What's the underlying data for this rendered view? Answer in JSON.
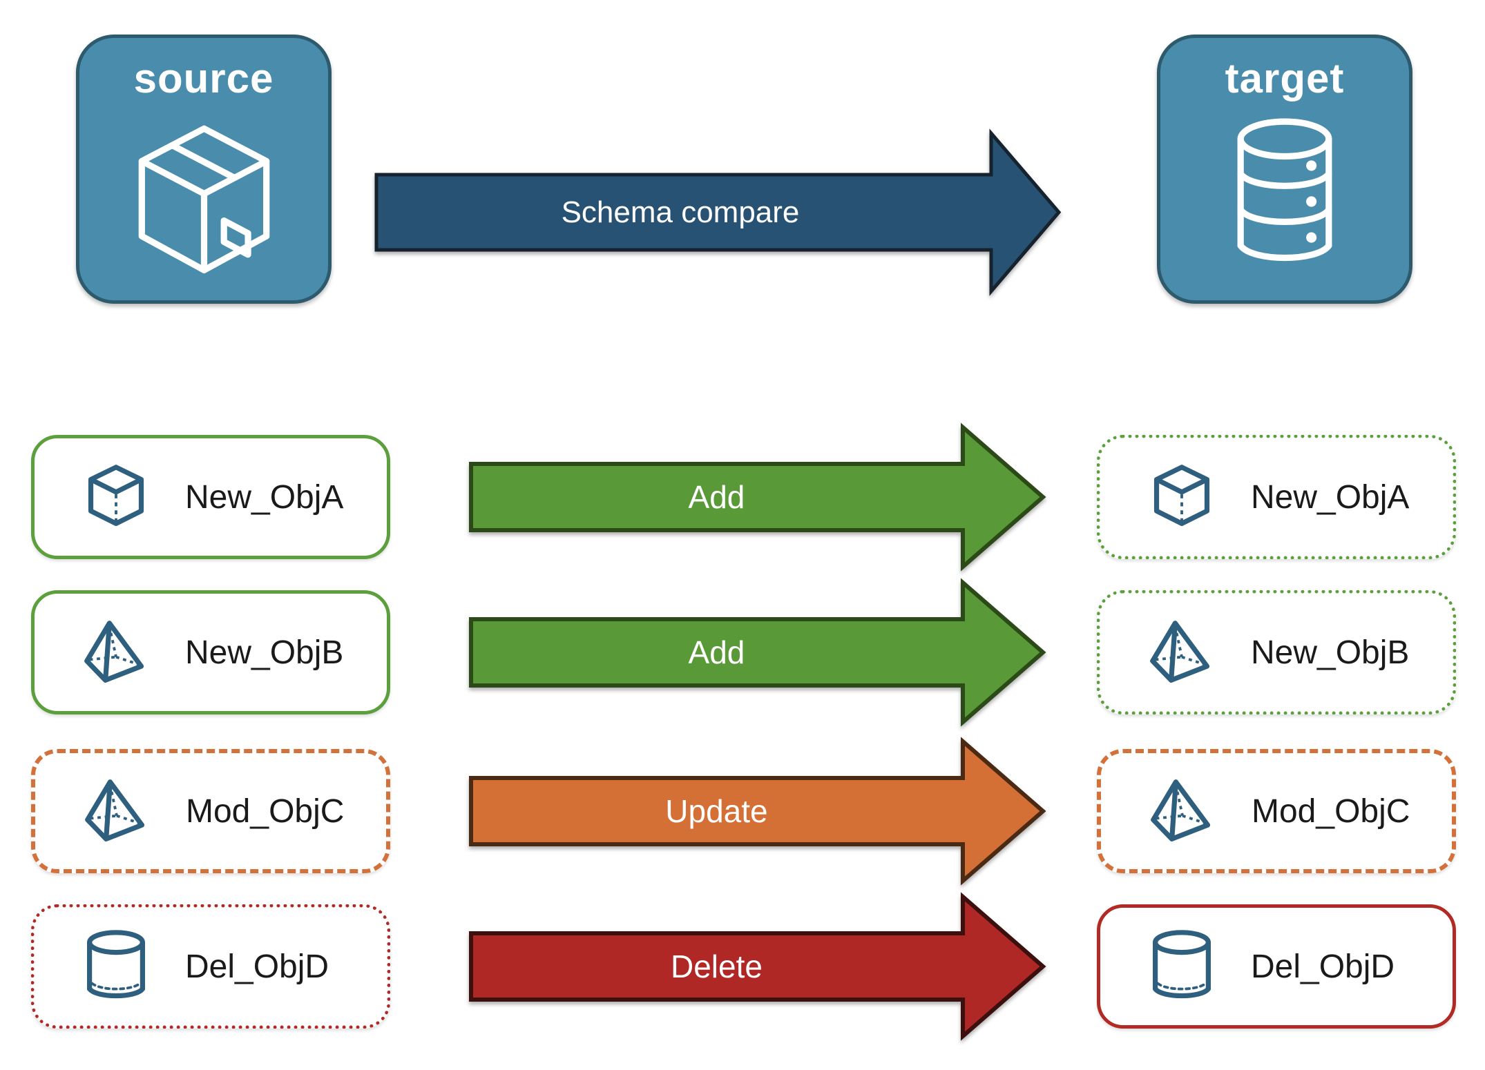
{
  "panels": {
    "source": {
      "label": "source",
      "icon": "package-icon"
    },
    "target": {
      "label": "target",
      "icon": "database-icon"
    }
  },
  "compare_arrow": {
    "label": "Schema compare"
  },
  "rows": [
    {
      "name": "New_ObjA",
      "action": "Add",
      "icon": "cube-icon",
      "change_type": "added"
    },
    {
      "name": "New_ObjB",
      "action": "Add",
      "icon": "pyramid-icon",
      "change_type": "added"
    },
    {
      "name": "Mod_ObjC",
      "action": "Update",
      "icon": "pyramid-icon",
      "change_type": "modified"
    },
    {
      "name": "Del_ObjD",
      "action": "Delete",
      "icon": "cylinder-icon",
      "change_type": "deleted"
    }
  ],
  "colors": {
    "panel-fill": "#4A8CAB",
    "panel-stroke": "#2E5A6E",
    "compare-fill": "#275273",
    "compare-stroke": "#16222E",
    "add-fill": "#599938",
    "add-stroke": "#2C4A18",
    "update-fill": "#D46F35",
    "update-stroke": "#4A2A12",
    "delete-fill": "#B02826",
    "delete-stroke": "#3C100F",
    "added-border": "#5BA03C",
    "modified-border": "#D4703A",
    "deleted-border": "#B22A26",
    "icon-blue": "#2E5F7E",
    "label-text": "#1A1A1A",
    "arrow-text": "#FFFFFF"
  }
}
